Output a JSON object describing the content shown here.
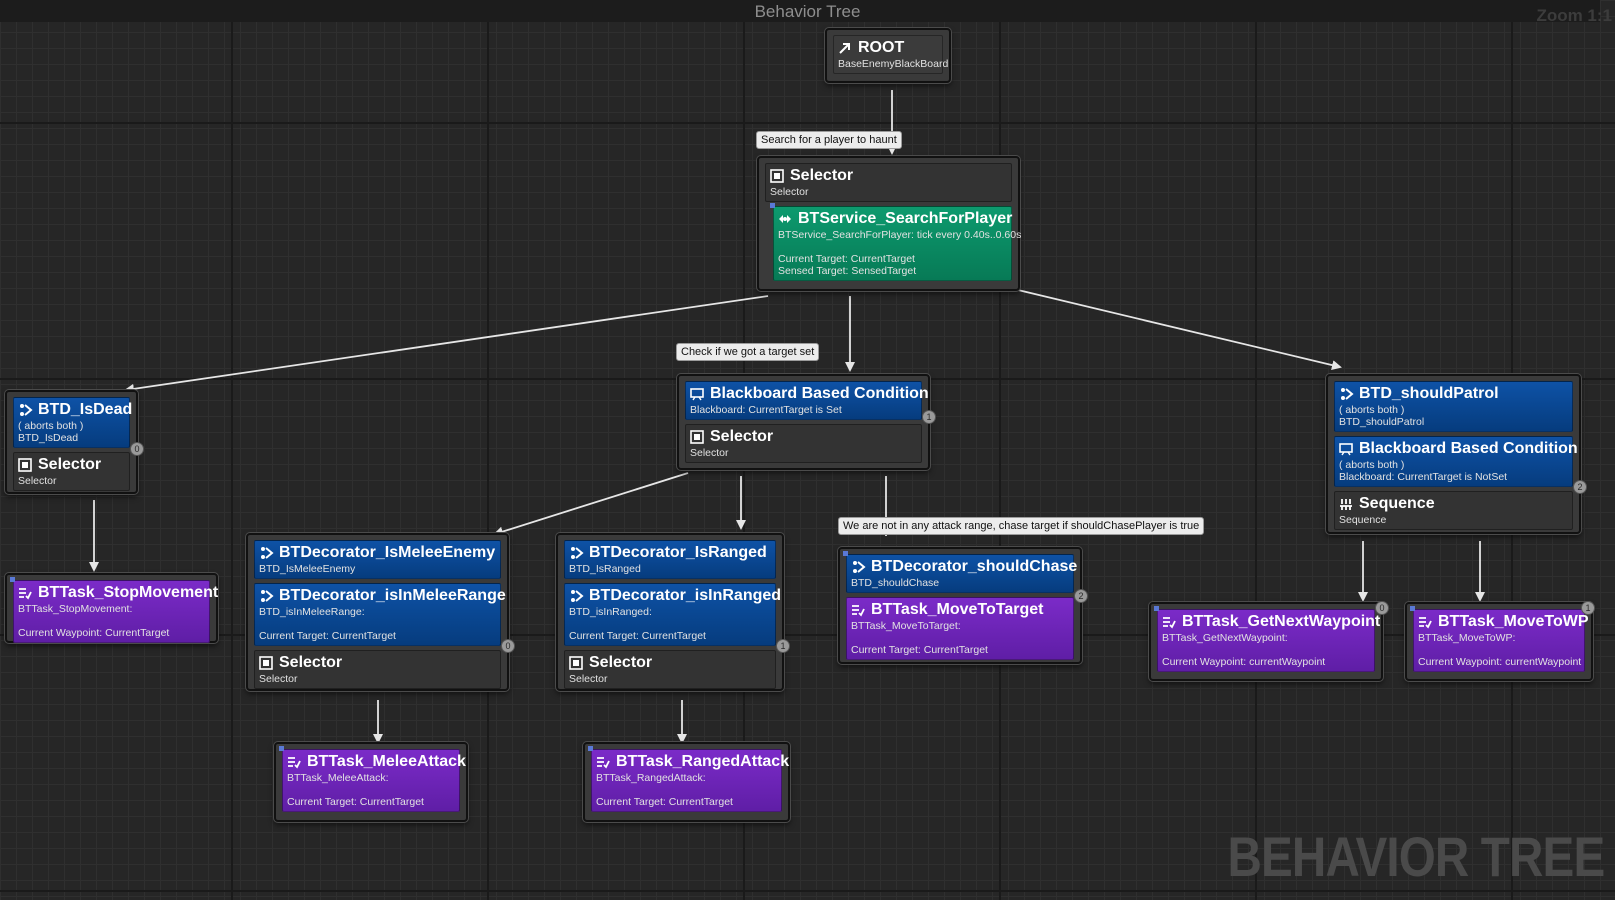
{
  "window": {
    "title": "Behavior Tree",
    "zoom": "Zoom 1:1",
    "watermark": "BEHAVIOR TREE"
  },
  "comments": {
    "search": "Search for a player to haunt",
    "check_target": "Check if we got a target set",
    "chase": "We are not in any attack range, chase target if shouldChasePlayer is true"
  },
  "root": {
    "title": "ROOT",
    "sub": "BaseEnemyBlackBoard"
  },
  "top_selector": {
    "title": "Selector",
    "sub": "Selector",
    "service": {
      "title": "BTService_SearchForPlayer",
      "sub": "BTService_SearchForPlayer: tick every 0.40s..0.60s",
      "line1": "Current Target: CurrentTarget",
      "line2": "Sensed Target: SensedTarget"
    }
  },
  "is_dead": {
    "title": "BTD_IsDead",
    "aborts": "( aborts both )",
    "sub": "BTD_IsDead",
    "sel_title": "Selector",
    "sel_sub": "Selector",
    "index": "0"
  },
  "blackboard_mid": {
    "title": "Blackboard Based Condition",
    "sub": "Blackboard: CurrentTarget is Set",
    "sel_title": "Selector",
    "sel_sub": "Selector",
    "index": "1"
  },
  "patrol": {
    "title": "BTD_shouldPatrol",
    "aborts": "( aborts both )",
    "sub": "BTD_shouldPatrol",
    "bb_title": "Blackboard Based Condition",
    "bb_aborts": "( aborts both )",
    "bb_sub": "Blackboard: CurrentTarget is NotSet",
    "seq_title": "Sequence",
    "seq_sub": "Sequence",
    "index": "2"
  },
  "stop_movement": {
    "title": "BTTask_StopMovement",
    "sub": "BTTask_StopMovement:",
    "line": "Current Waypoint: CurrentTarget"
  },
  "melee_branch": {
    "d1_title": "BTDecorator_IsMeleeEnemy",
    "d1_sub": "BTD_IsMeleeEnemy",
    "d2_title": "BTDecorator_isInMeleeRange",
    "d2_sub": "BTD_isInMeleeRange:",
    "d2_line": "Current Target: CurrentTarget",
    "sel_title": "Selector",
    "sel_sub": "Selector",
    "index": "0"
  },
  "ranged_branch": {
    "d1_title": "BTDecorator_IsRanged",
    "d1_sub": "BTD_IsRanged",
    "d2_title": "BTDecorator_isInRanged",
    "d2_sub": "BTD_isInRanged:",
    "d2_line": "Current Target: CurrentTarget",
    "sel_title": "Selector",
    "sel_sub": "Selector",
    "index": "1"
  },
  "chase_branch": {
    "d_title": "BTDecorator_shouldChase",
    "d_sub": "BTD_shouldChase",
    "t_title": "BTTask_MoveToTarget",
    "t_sub": "BTTask_MoveToTarget:",
    "t_line": "Current Target: CurrentTarget",
    "index": "2"
  },
  "melee_attack": {
    "title": "BTTask_MeleeAttack",
    "sub": "BTTask_MeleeAttack:",
    "line": "Current Target: CurrentTarget"
  },
  "ranged_attack": {
    "title": "BTTask_RangedAttack",
    "sub": "BTTask_RangedAttack:",
    "line": "Current Target: CurrentTarget"
  },
  "next_waypoint": {
    "title": "BTTask_GetNextWaypoint",
    "sub": "BTTask_GetNextWaypoint:",
    "line": "Current Waypoint: currentWaypoint",
    "index": "0"
  },
  "move_to_wp": {
    "title": "BTTask_MoveToWP",
    "sub": "BTTask_MoveToWP:",
    "line": "Current Waypoint: currentWaypoint",
    "index": "1"
  },
  "colors": {
    "decorator": "#0b4aa0",
    "task": "#6e24b8",
    "service": "#0a8f66",
    "composite": "#333333"
  },
  "icons": {
    "root": "root-icon",
    "selector": "selector-icon",
    "decorator": "decorator-icon",
    "service": "service-icon",
    "blackboard": "blackboard-icon",
    "task": "task-icon",
    "sequence": "sequence-icon"
  }
}
